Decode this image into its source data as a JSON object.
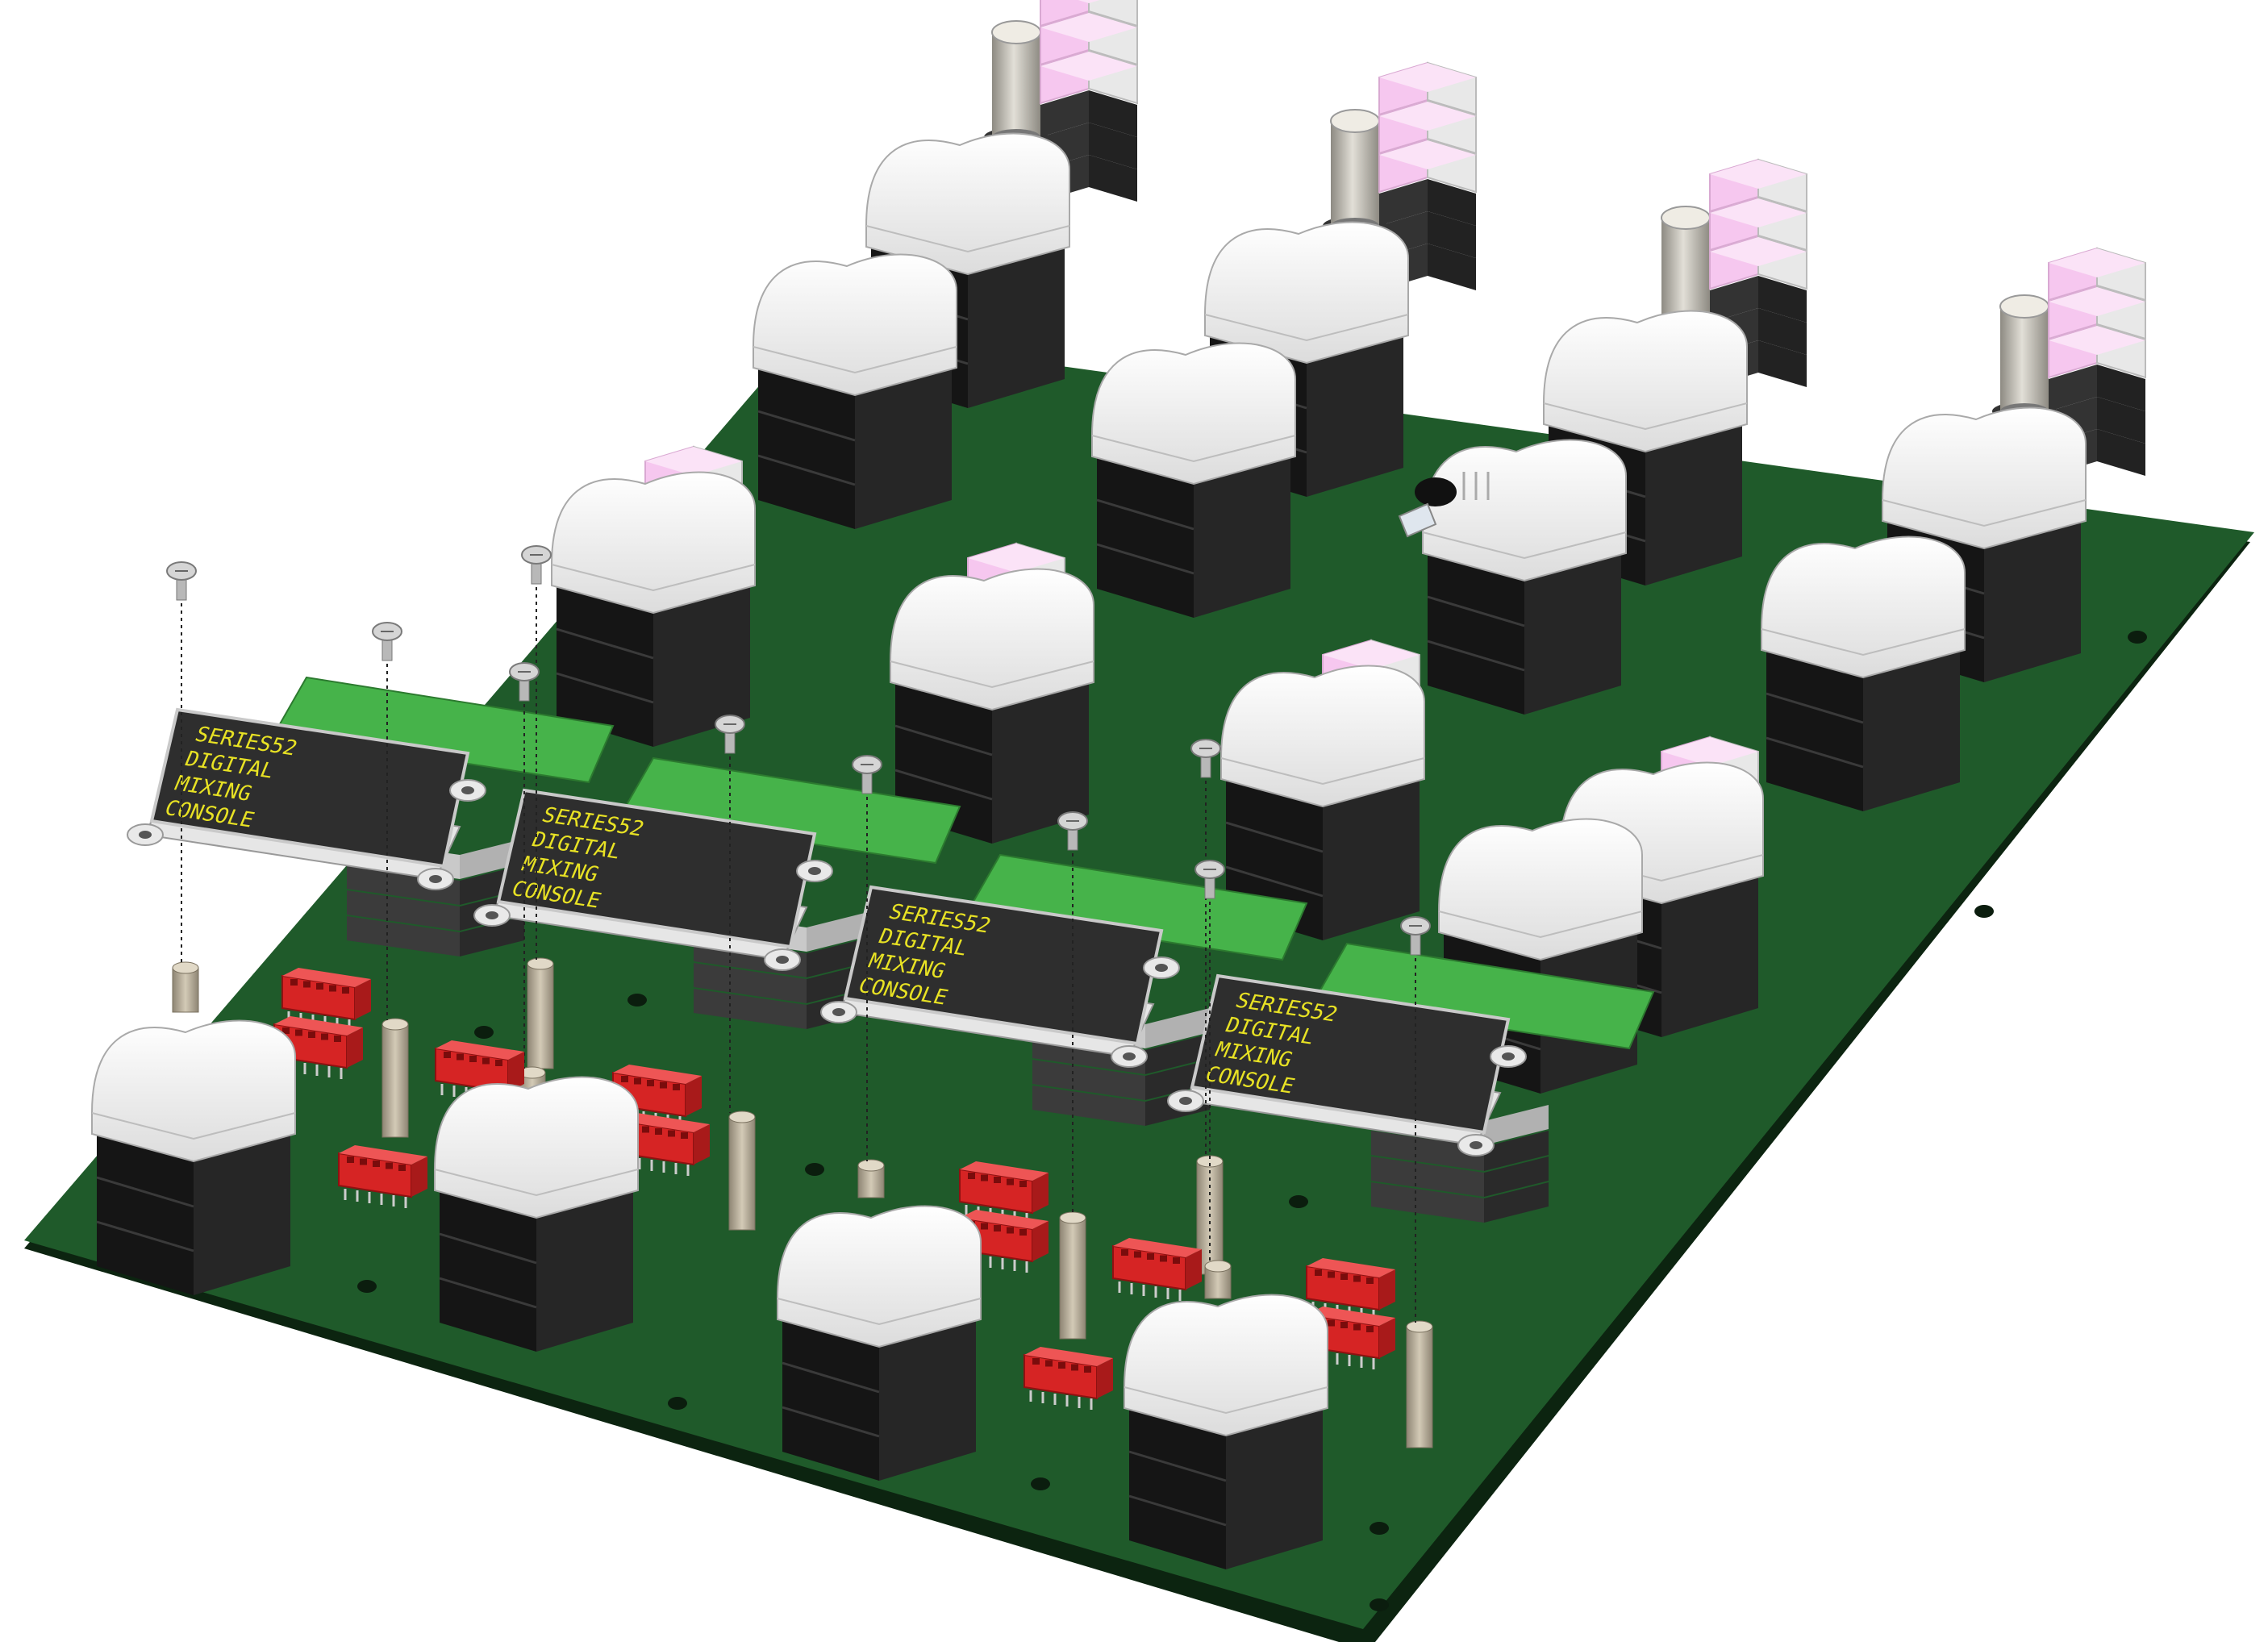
{
  "colors": {
    "background": "#ffffff",
    "pcb": "#1f5a2a",
    "pcb_edge": "#0c2410",
    "display_green": "#46b34a",
    "display_screen": "#2e2e2e",
    "display_text": "#e8e224",
    "cap_white": "#f1f2f2",
    "switch_black": "#151515",
    "connector_red": "#d62424",
    "led_pink": "#f6c7ef",
    "standoff": "#b5ab97",
    "screw": "#b8b8b8",
    "knob": "#c6c2b8"
  },
  "displays": [
    {
      "lines": [
        "SERIES52",
        "DIGITAL",
        "MIXING",
        "CONSOLE"
      ]
    },
    {
      "lines": [
        "SERIES52",
        "DIGITAL",
        "MIXING",
        "CONSOLE"
      ]
    },
    {
      "lines": [
        "SERIES52",
        "DIGITAL",
        "MIXING",
        "CONSOLE"
      ]
    },
    {
      "lines": [
        "SERIES52",
        "DIGITAL",
        "MIXING",
        "CONSOLE"
      ]
    }
  ]
}
